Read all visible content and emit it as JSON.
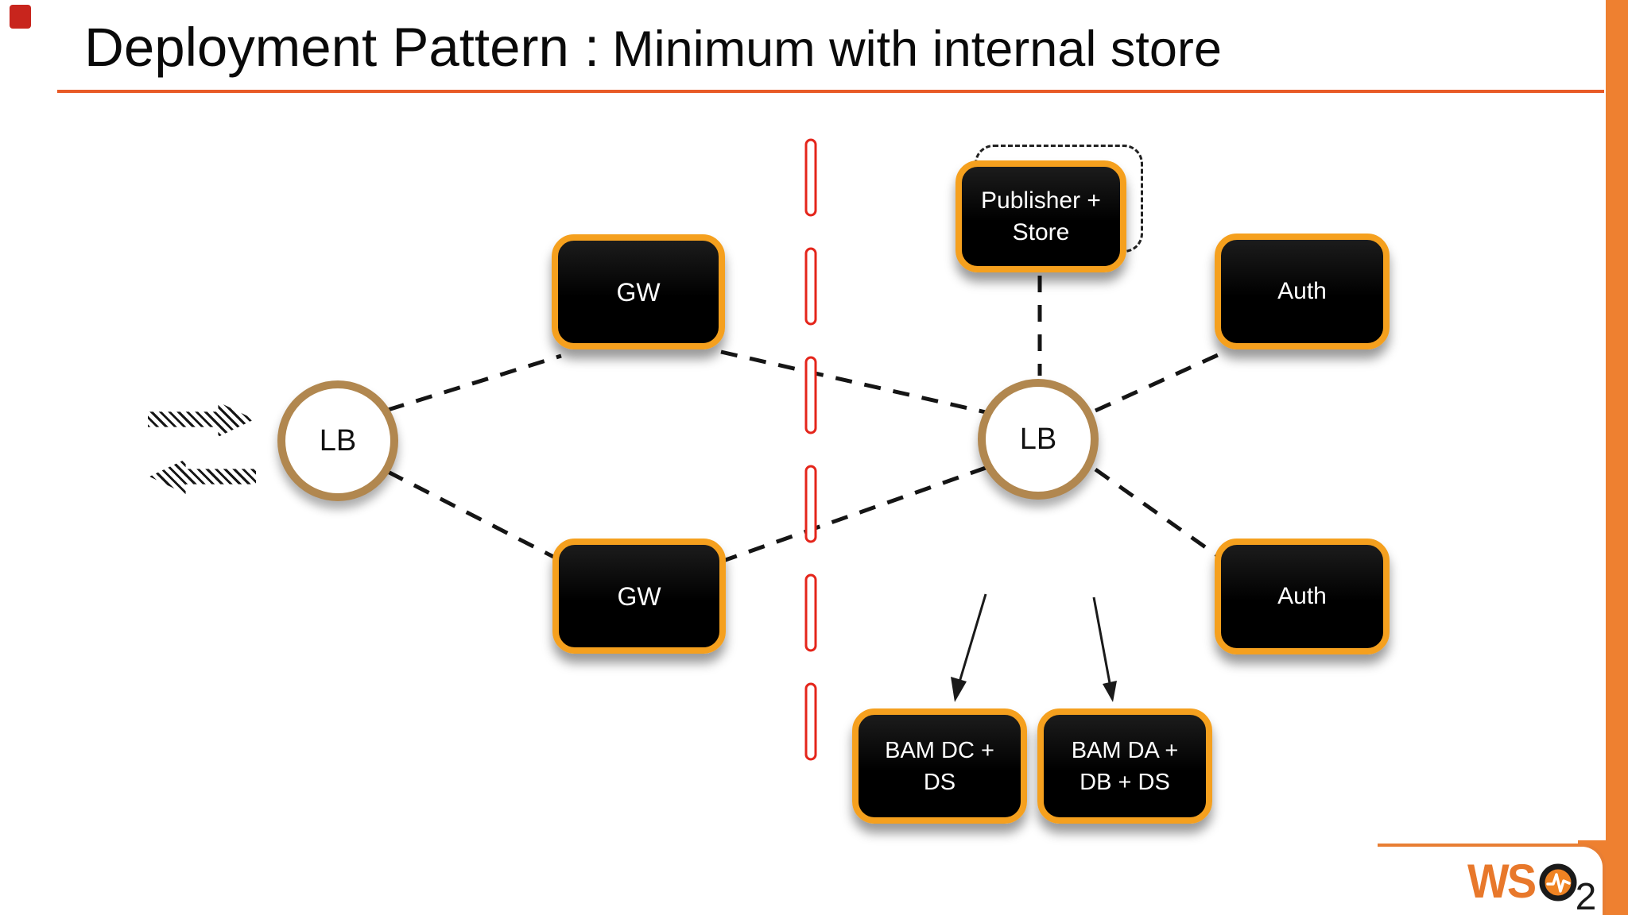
{
  "title": {
    "part1": "Deployment Pattern :",
    "part2": "Minimum with internal store"
  },
  "nodes": {
    "lb_left": {
      "label": "LB"
    },
    "lb_right": {
      "label": "LB"
    },
    "gw_top": {
      "label": "GW"
    },
    "gw_bottom": {
      "label": "GW"
    },
    "publisher_store": {
      "label": "Publisher +\nStore"
    },
    "auth_top": {
      "label": "Auth"
    },
    "auth_bottom": {
      "label": "Auth"
    },
    "bam_dc_ds": {
      "label": "BAM DC +\nDS"
    },
    "bam_da_db_ds": {
      "label": "BAM DA +\nDB + DS"
    }
  },
  "logo": {
    "text_ws": "WS",
    "text_2": "2"
  },
  "colors": {
    "node_border_orange": "#F5A01E",
    "node_fill": "#0A0A0A",
    "lb_border_tan": "#B1874F",
    "accent_bar_orange": "#EE8030",
    "title_underline": "#E85A27",
    "zone_divider_red": "#E4251B",
    "recording_indicator_red": "#C8251D",
    "logo_orange": "#E8782B"
  }
}
